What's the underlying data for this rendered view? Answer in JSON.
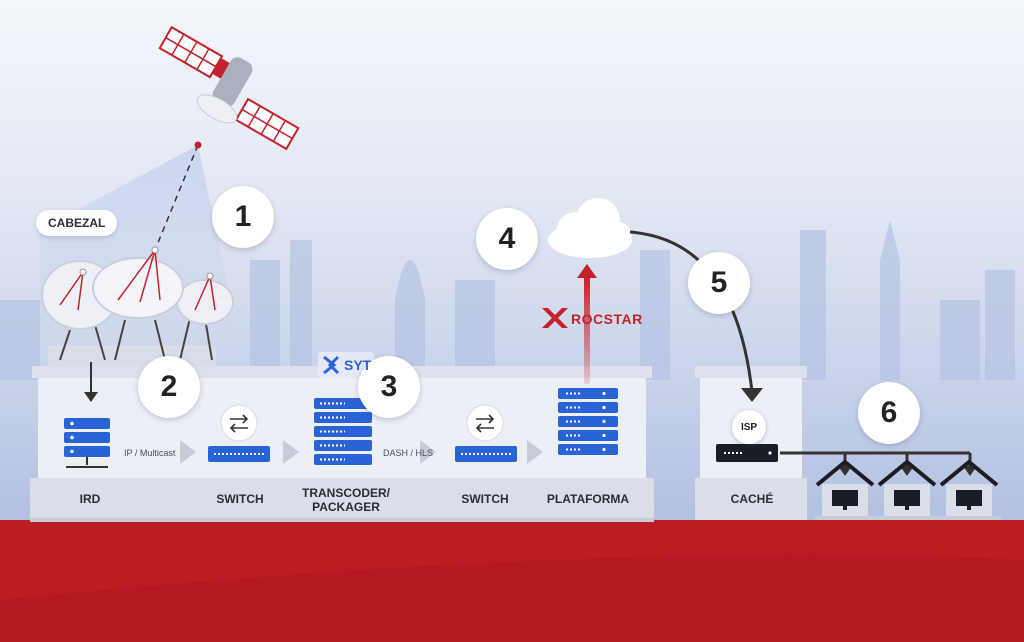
{
  "steps": [
    "1",
    "2",
    "3",
    "4",
    "5",
    "6"
  ],
  "labels": {
    "cabezal": "CABEZAL",
    "ird": "IRD",
    "switch1": "SWITCH",
    "transcoder_line1": "TRANSCODER/",
    "transcoder_line2": "PACKAGER",
    "switch2": "SWITCH",
    "plataforma": "PLATAFORMA",
    "cache": "CACHÉ",
    "isp": "ISP"
  },
  "protocols": {
    "ip_multicast": "IP / Multicast",
    "dash_hls": "DASH / HLS"
  },
  "brands": {
    "rocstar": "ROCSTAR",
    "syt": "SYT"
  },
  "colors": {
    "accent_red": "#c4212a",
    "server_blue": "#2a63d6",
    "ground_red": "#b3191f"
  },
  "icons": [
    "satellite-icon",
    "dish-icon",
    "server-icon",
    "switch-icon",
    "cloud-icon",
    "house-icon",
    "monitor-icon",
    "router-icon"
  ]
}
